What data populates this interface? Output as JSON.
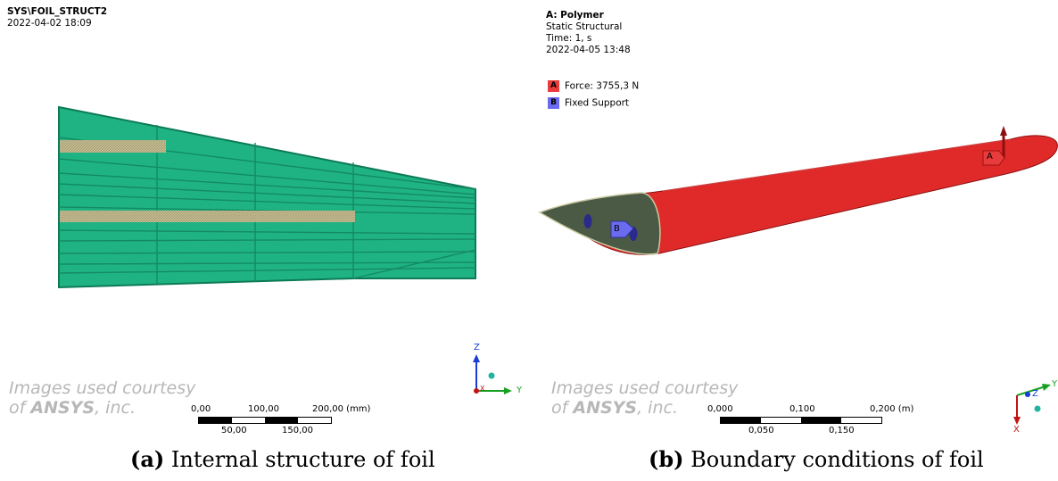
{
  "panel_a": {
    "title": "SYS\\FOIL_STRUCT2",
    "date": "2022-04-02 18:09",
    "courtesy_line1": "Images used courtesy",
    "courtesy_of": "of ",
    "courtesy_brand": "ANSYS",
    "courtesy_suffix": ", inc.",
    "scale_top": [
      "0,00",
      "100,00",
      "200,00 (mm)"
    ],
    "scale_bottom": [
      "50,00",
      "150,00"
    ],
    "axis": {
      "z": "Z",
      "y": "Y",
      "x": "X"
    },
    "caption_tag": "(a)",
    "caption_text": "Internal structure of foil"
  },
  "panel_b": {
    "title": "A: Polymer",
    "line2": "Static Structural",
    "line3": "Time: 1, s",
    "date": "2022-04-05 13:48",
    "legend": [
      {
        "key": "A",
        "label": "Force: 3755,3 N",
        "color": "#e83b3b"
      },
      {
        "key": "B",
        "label": "Fixed Support",
        "color": "#6b6bf0"
      }
    ],
    "marker_a": "A",
    "marker_b": "B",
    "courtesy_line1": "Images used courtesy",
    "courtesy_of": "of ",
    "courtesy_brand": "ANSYS",
    "courtesy_suffix": ", inc.",
    "scale_top": [
      "0,000",
      "0,100",
      "0,200 (m)"
    ],
    "scale_bottom": [
      "0,050",
      "0,150"
    ],
    "axis": {
      "z": "Z",
      "y": "Y",
      "x": "X"
    },
    "caption_tag": "(b)",
    "caption_text": "Boundary conditions of foil"
  },
  "colors": {
    "structure_green": "#1fb383",
    "structure_edge": "#0c7a55",
    "spar_tan": "#c2b98a",
    "foil_red": "#e02a2a",
    "foil_face": "#4a5a44",
    "axis_z": "#1a3bd6",
    "axis_y": "#16a020",
    "axis_x": "#c01414"
  }
}
